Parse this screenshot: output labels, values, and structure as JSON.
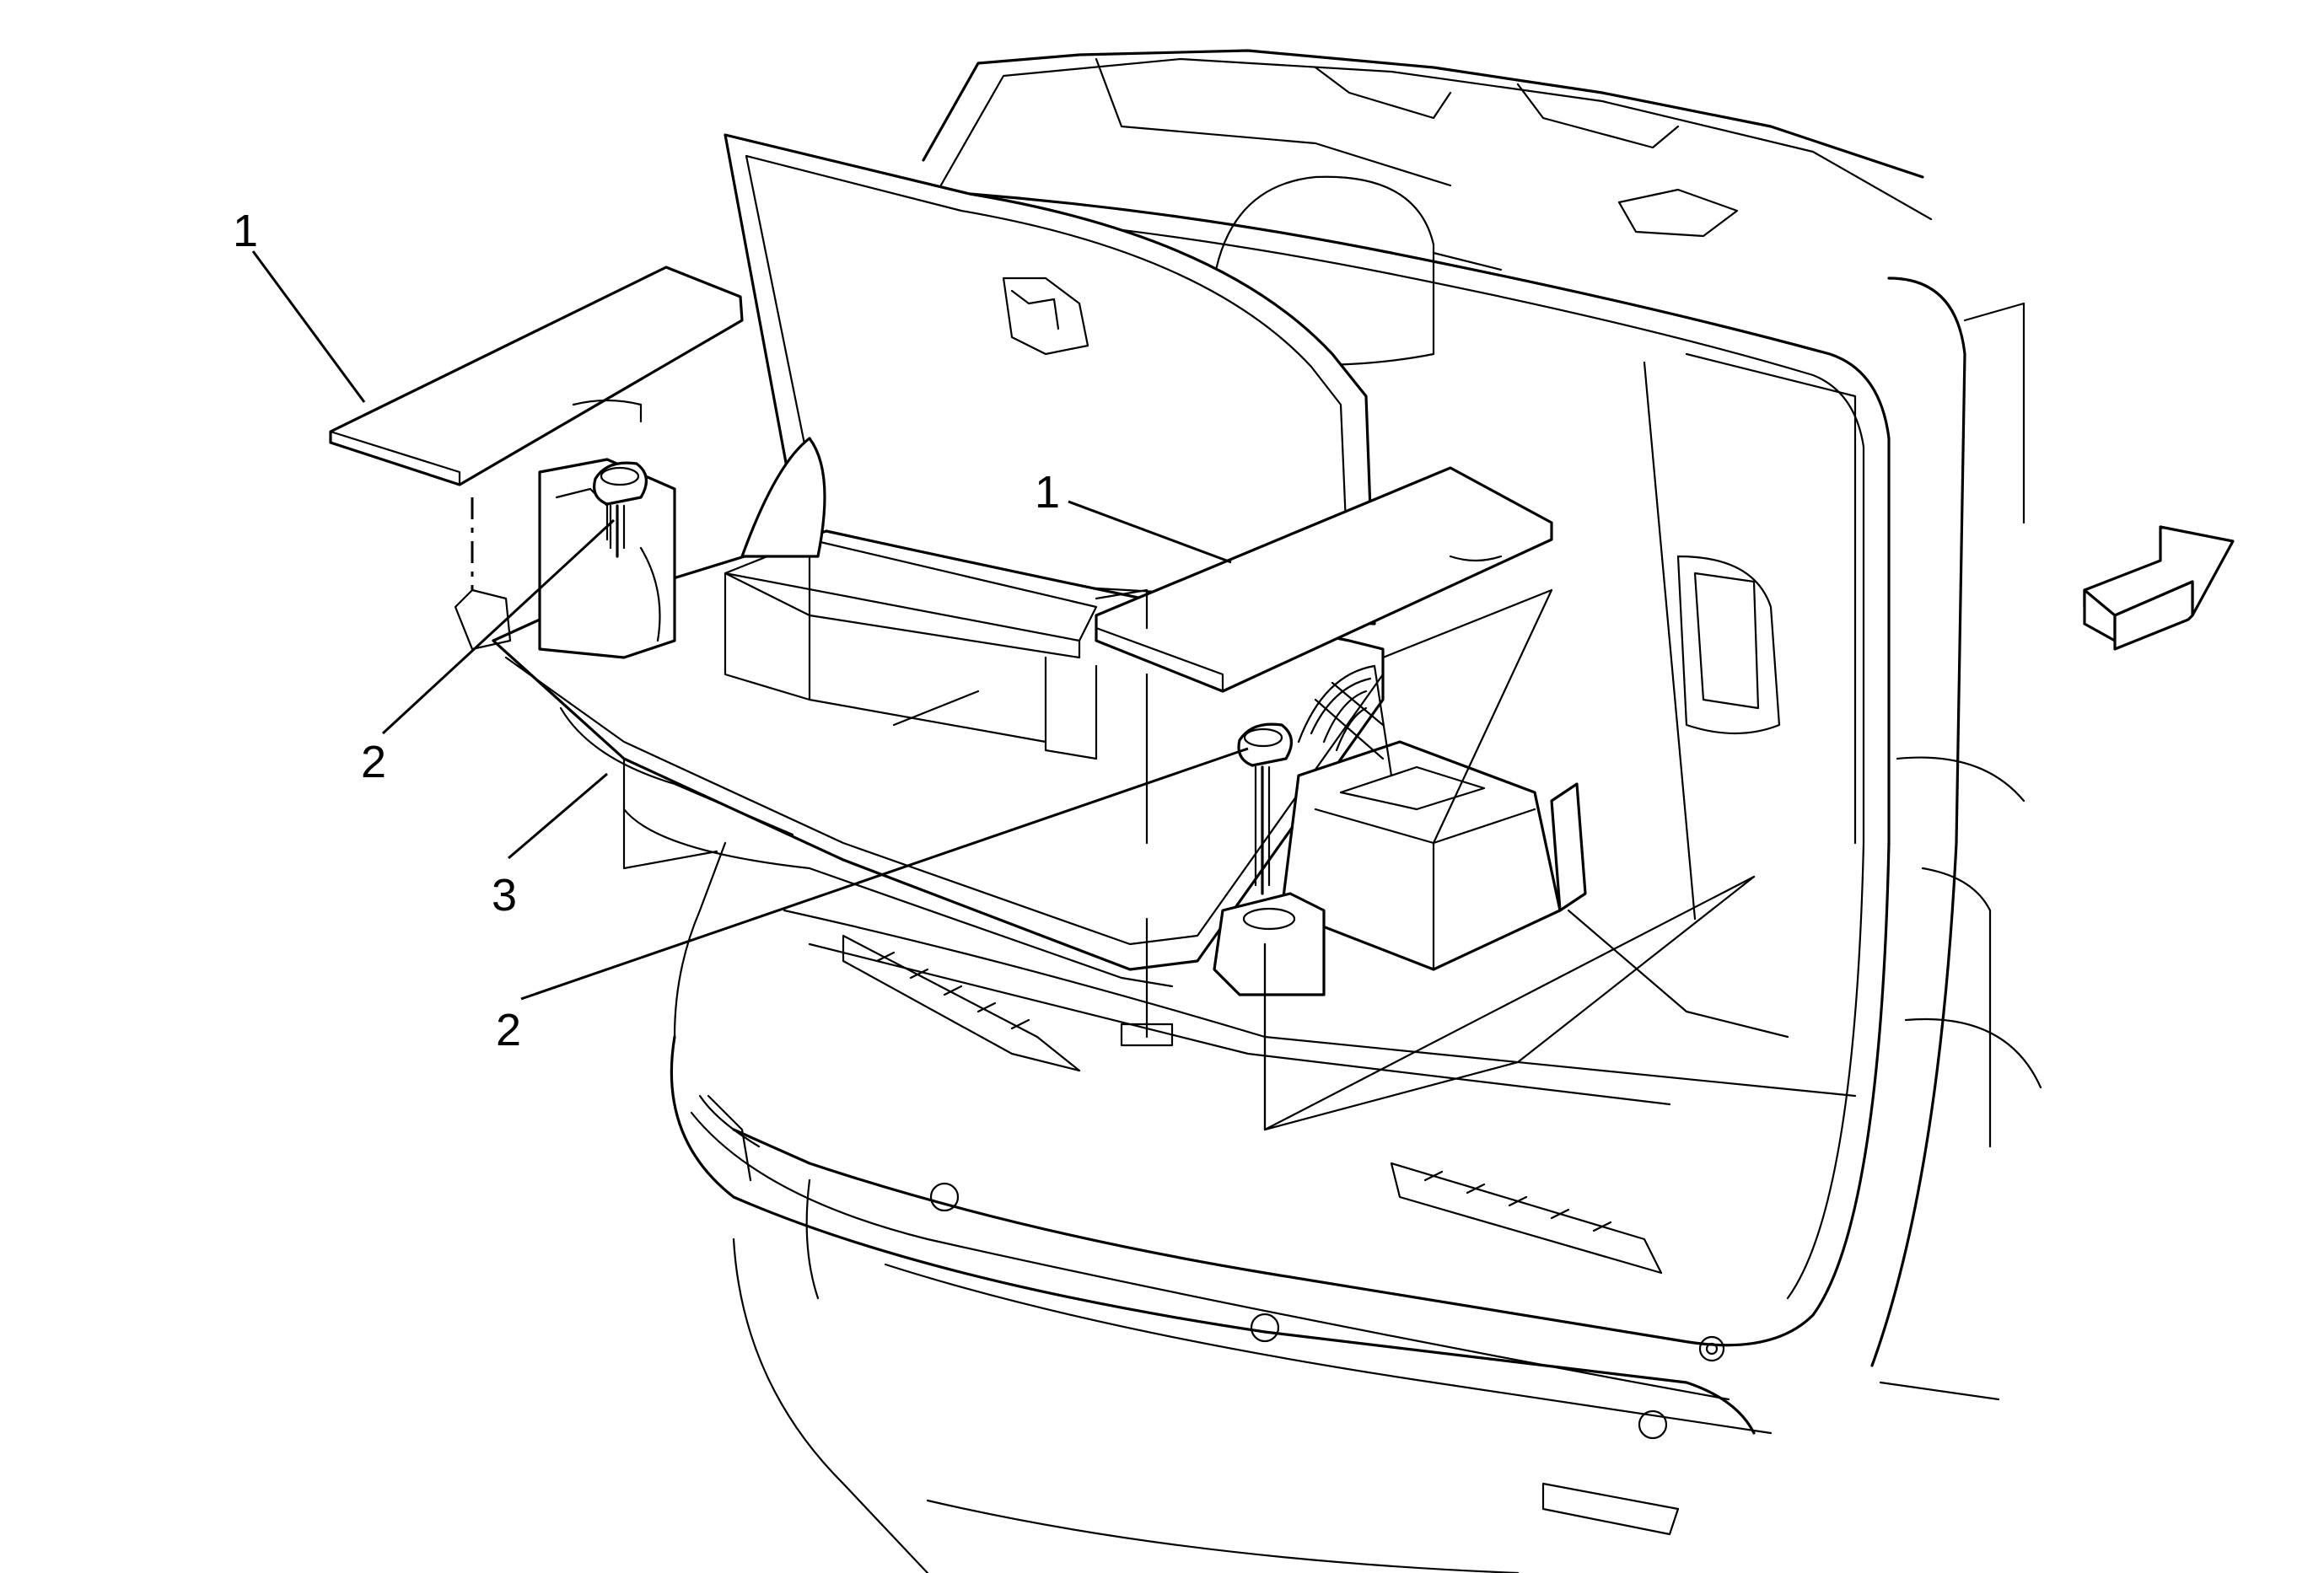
{
  "callouts": [
    {
      "id": "c1a",
      "label": "1"
    },
    {
      "id": "c2a",
      "label": "2"
    },
    {
      "id": "c3",
      "label": "3"
    },
    {
      "id": "c1b",
      "label": "1"
    },
    {
      "id": "c2b",
      "label": "2"
    }
  ],
  "icons": {
    "front_arrow": "vehicle-front-direction-arrow-icon"
  }
}
